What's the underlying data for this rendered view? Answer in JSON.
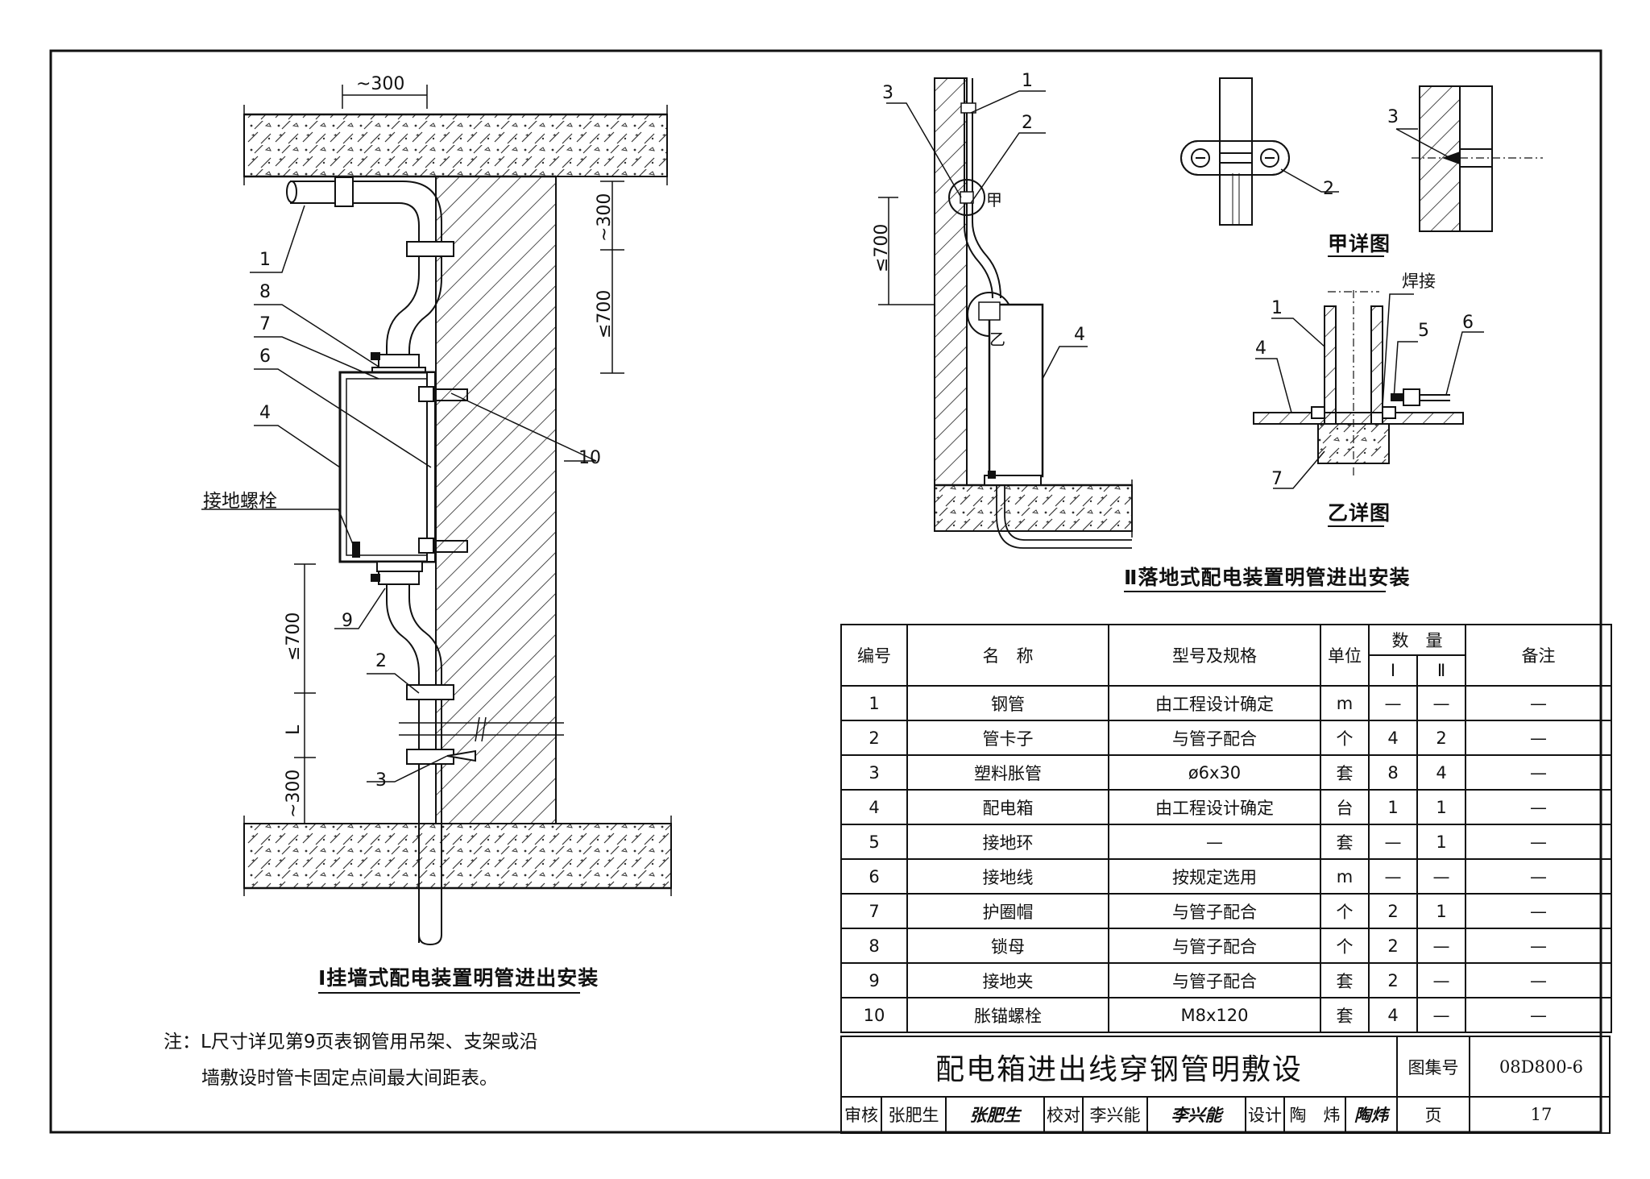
{
  "diagram_i": {
    "dim_top": "~300",
    "dim_right_top": "~300",
    "dim_right_mid": "≤700",
    "dim_left_mid": "≤700",
    "dim_left_l": "L",
    "dim_left_bottom": "~300",
    "callouts": [
      "1",
      "8",
      "7",
      "6",
      "4",
      "10",
      "2",
      "3",
      "9"
    ],
    "ground_bolt_label": "接地螺栓",
    "caption": "Ⅰ挂墙式配电装置明管进出安装"
  },
  "diagram_ii": {
    "callouts": [
      "3",
      "1",
      "2",
      "4"
    ],
    "dim_left": "≤700",
    "mark_jia": "甲",
    "mark_yi": "乙",
    "caption": "Ⅱ落地式配电装置明管进出安装"
  },
  "detail_jia": {
    "callouts": [
      "2",
      "3"
    ],
    "caption": "甲详图"
  },
  "detail_yi": {
    "callouts": [
      "1",
      "4",
      "5",
      "6",
      "7"
    ],
    "weld_label": "焊接",
    "caption": "乙详图"
  },
  "note": {
    "line1": "注：L尺寸详见第9页表钢管用吊架、支架或沿",
    "line2": "墙敷设时管卡固定点间最大间距表。"
  },
  "table": {
    "headers": {
      "no": "编号",
      "name": "名　称",
      "spec": "型号及规格",
      "unit": "单位",
      "qty": "数　量",
      "qty_i": "Ⅰ",
      "qty_ii": "Ⅱ",
      "remark": "备注"
    },
    "rows": [
      [
        "1",
        "钢管",
        "由工程设计确定",
        "m",
        "—",
        "—",
        "—"
      ],
      [
        "2",
        "管卡子",
        "与管子配合",
        "个",
        "4",
        "2",
        "—"
      ],
      [
        "3",
        "塑料胀管",
        "ø6x30",
        "套",
        "8",
        "4",
        "—"
      ],
      [
        "4",
        "配电箱",
        "由工程设计确定",
        "台",
        "1",
        "1",
        "—"
      ],
      [
        "5",
        "接地环",
        "—",
        "套",
        "—",
        "1",
        "—"
      ],
      [
        "6",
        "接地线",
        "按规定选用",
        "m",
        "—",
        "—",
        "—"
      ],
      [
        "7",
        "护圈帽",
        "与管子配合",
        "个",
        "2",
        "1",
        "—"
      ],
      [
        "8",
        "锁母",
        "与管子配合",
        "个",
        "2",
        "—",
        "—"
      ],
      [
        "9",
        "接地夹",
        "与管子配合",
        "套",
        "2",
        "—",
        "—"
      ],
      [
        "10",
        "胀锚螺栓",
        "M8x120",
        "套",
        "4",
        "—",
        "—"
      ]
    ]
  },
  "title_block": {
    "title": "配电箱进出线穿钢管明敷设",
    "atlas_label": "图集号",
    "atlas_no": "08D800-6",
    "review_label": "审核",
    "review_name": "张肥生",
    "review_sign": "张肥生",
    "check_label": "校对",
    "check_name": "李兴能",
    "check_sign": "李兴能",
    "design_label": "设计",
    "design_name": "陶　炜",
    "design_sign": "陶炜",
    "page_label": "页",
    "page_no": "17"
  }
}
